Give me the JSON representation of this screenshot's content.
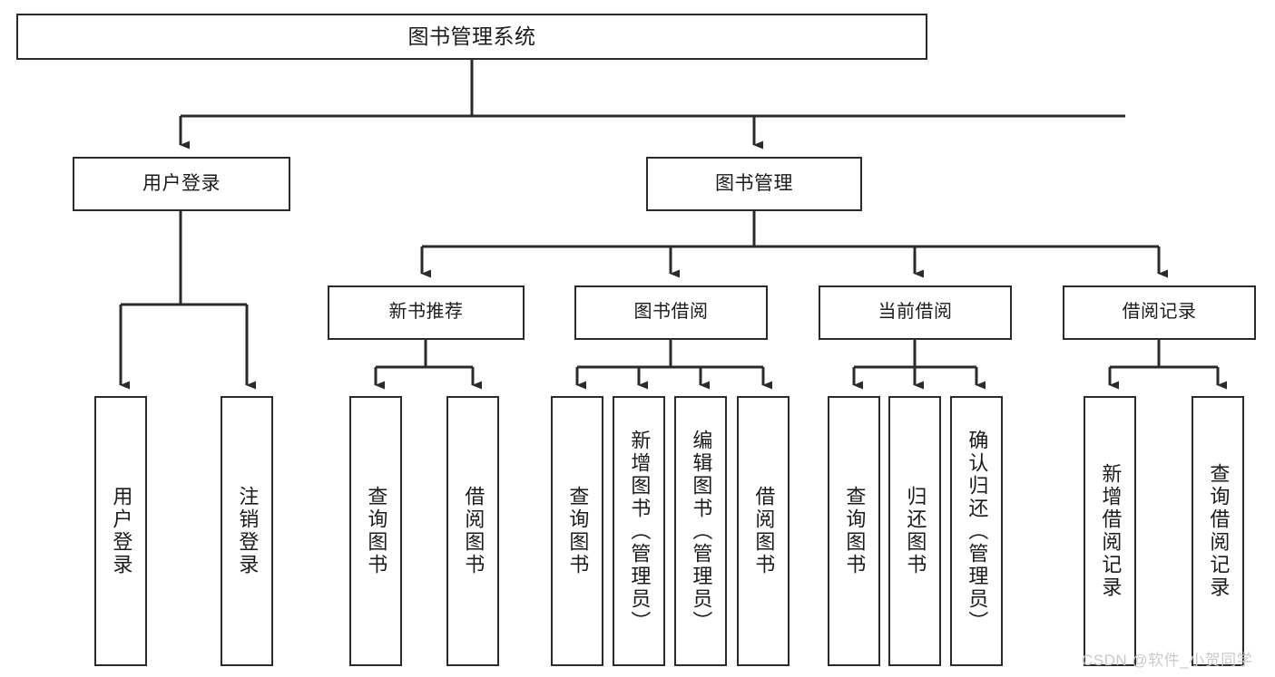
{
  "diagram": {
    "type": "tree",
    "title": "图书管理系统",
    "root": {
      "label": "图书管理系统"
    },
    "level1": [
      {
        "label": "用户登录"
      },
      {
        "label": "图书管理"
      }
    ],
    "level2": [
      {
        "label": "新书推荐"
      },
      {
        "label": "图书借阅"
      },
      {
        "label": "当前借阅"
      },
      {
        "label": "借阅记录"
      }
    ],
    "leaves": {
      "user_login": [
        {
          "label": "用户登录"
        },
        {
          "label": "注销登录"
        }
      ],
      "new_book_recommend": [
        {
          "label": "查询图书"
        },
        {
          "label": "借阅图书"
        }
      ],
      "book_borrow": [
        {
          "label": "查询图书"
        },
        {
          "label": "新增图书（管理员）"
        },
        {
          "label": "编辑图书（管理员）"
        },
        {
          "label": "借阅图书"
        }
      ],
      "current_borrow": [
        {
          "label": "查询图书"
        },
        {
          "label": "归还图书"
        },
        {
          "label": "确认归还（管理员）"
        }
      ],
      "borrow_record": [
        {
          "label": "新增借阅记录"
        },
        {
          "label": "查询借阅记录"
        }
      ]
    }
  },
  "watermark": {
    "text": "CSDN @软件_小贺同学"
  },
  "colors": {
    "border": "#2b2b2b",
    "background": "#ffffff",
    "text": "#1b1b1b",
    "watermark": "#c9c9c9"
  }
}
